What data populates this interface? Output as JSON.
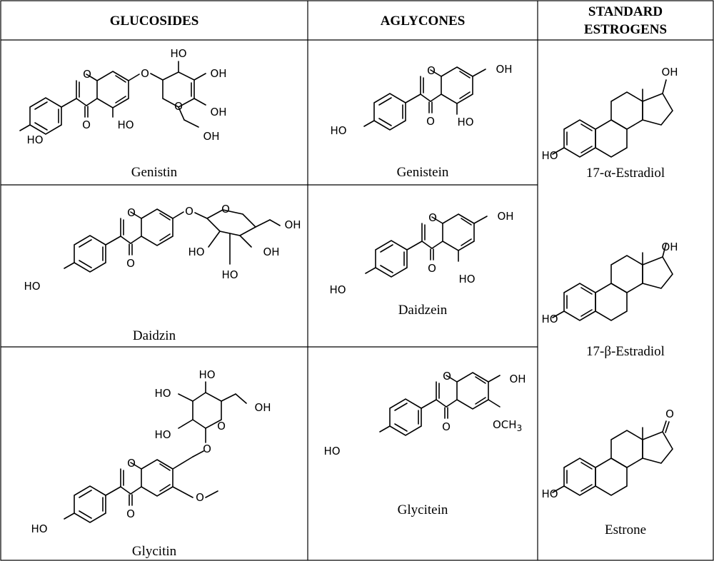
{
  "headers": {
    "glucosides": "GLUCOSIDES",
    "aglycones": "AGLYCONES",
    "estrogens_line1": "STANDARD",
    "estrogens_line2": "ESTROGENS"
  },
  "captions": {
    "genistin": "Genistin",
    "daidzin": "Daidzin",
    "glycitin": "Glycitin",
    "genistein": "Genistein",
    "daidzein": "Daidzein",
    "glycitein": "Glycitein",
    "alpha_estradiol": "17-α-Estradiol",
    "beta_estradiol": "17-β-Estradiol",
    "estrone": "Estrone"
  },
  "atoms": {
    "o": "O",
    "ho": "HO",
    "oh": "OH",
    "och3_main": "OCH",
    "och3_sub": "3"
  }
}
